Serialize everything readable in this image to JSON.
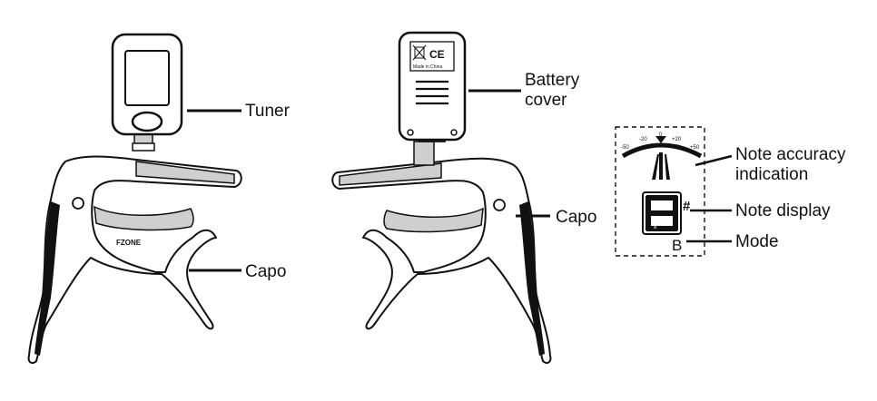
{
  "labels": {
    "tuner": "Tuner",
    "capo_left": "Capo",
    "battery_line1": "Battery",
    "battery_line2": "cover",
    "capo_right": "Capo",
    "note_accuracy_line1": "Note accuracy",
    "note_accuracy_line2": "indication",
    "note_display": "Note display",
    "mode": "Mode"
  },
  "device": {
    "brand": "FZONE",
    "ce_mark": "CE",
    "made_in": "Made in China"
  },
  "display": {
    "scale_ticks": [
      "-50",
      "-20",
      "0",
      "+20",
      "+50"
    ],
    "note_char": "8",
    "sharp_char": "#",
    "mode_char": "B"
  },
  "colors": {
    "ink": "#111111",
    "paper": "#ffffff",
    "shade": "#cfcfcf"
  }
}
